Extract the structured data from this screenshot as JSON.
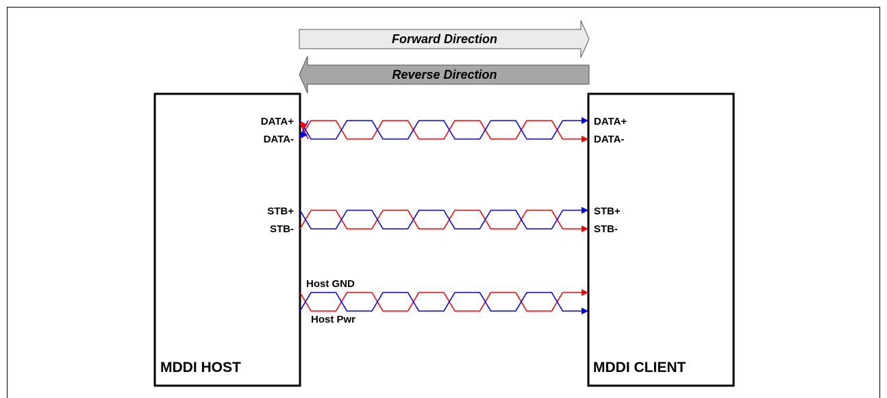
{
  "arrows": {
    "forward": {
      "label": "Forward Direction",
      "fill": "#ebebeb"
    },
    "reverse": {
      "label": "Reverse Direction",
      "fill": "#a6a6a6"
    }
  },
  "host": {
    "label": "MDDI HOST",
    "pins": {
      "data_plus": "DATA+",
      "data_minus": "DATA-",
      "stb_plus": "STB+",
      "stb_minus": "STB-"
    }
  },
  "client": {
    "label": "MDDI CLIENT",
    "pins": {
      "data_plus": "DATA+",
      "data_minus": "DATA-",
      "stb_plus": "STB+",
      "stb_minus": "STB-"
    }
  },
  "power_pair": {
    "gnd_label": "Host GND",
    "pwr_label": "Host Pwr"
  },
  "colors": {
    "positive": "#ff0000",
    "negative": "#0000ff",
    "outline": "#000000"
  }
}
